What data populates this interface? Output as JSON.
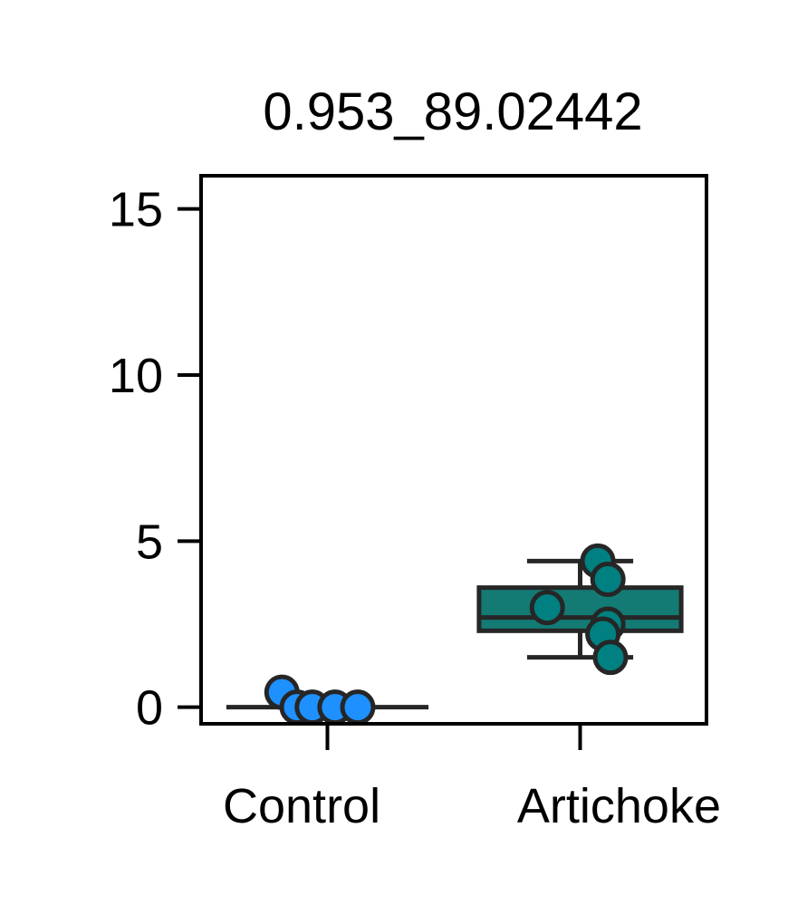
{
  "chart_data": {
    "type": "box",
    "title": "0.953_89.02442",
    "xlabel": "",
    "ylabel": "",
    "categories": [
      "Control",
      "Artichoke"
    ],
    "ylim": [
      -0.5,
      16
    ],
    "yticks": [
      0,
      5,
      10,
      15
    ],
    "grid": false,
    "colors": {
      "Control": "#1e90ff",
      "Artichoke": "#008080"
    },
    "boxes": [
      {
        "category": "Control",
        "min": 0.0,
        "q1": 0.0,
        "median": 0.0,
        "q3": 0.0,
        "max": 0.0,
        "color": "#1e90ff"
      },
      {
        "category": "Artichoke",
        "min": 1.5,
        "q1": 2.3,
        "median": 2.7,
        "q3": 3.6,
        "max": 4.4,
        "color": "#008080"
      }
    ],
    "points": [
      {
        "category": "Control",
        "values": [
          0.45,
          0.0,
          0.0,
          0.0,
          0.0
        ]
      },
      {
        "category": "Artichoke",
        "values": [
          4.4,
          3.85,
          3.0,
          2.5,
          2.2,
          1.5
        ]
      }
    ]
  }
}
